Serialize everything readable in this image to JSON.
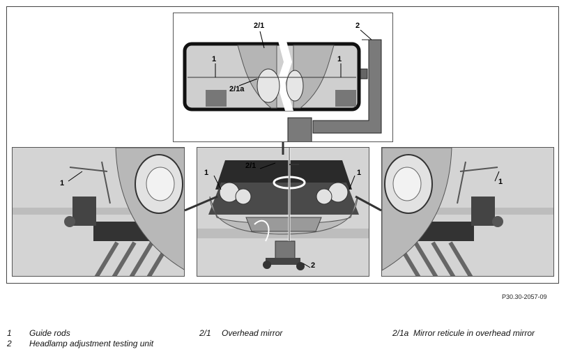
{
  "callouts": {
    "guide_rods": "1",
    "testing_unit": "2",
    "overhead_mirror": "2/1",
    "mirror_reticule": "2/1a"
  },
  "figure_code": "P30.30-2057-09",
  "legend": {
    "item1": {
      "num": "1",
      "text": "Guide rods"
    },
    "item2": {
      "num": "2",
      "text": "Headlamp adjustment testing unit"
    },
    "item3": {
      "num": "2/1",
      "text": "Overhead mirror"
    },
    "item4": {
      "num": "2/1a",
      "text": "Mirror reticule in overhead mirror"
    }
  },
  "colors": {
    "background": "#ffffff",
    "panel_gray": "#d8d8d8",
    "mirror_housing": "#7a7a7a",
    "outline": "#111111"
  }
}
